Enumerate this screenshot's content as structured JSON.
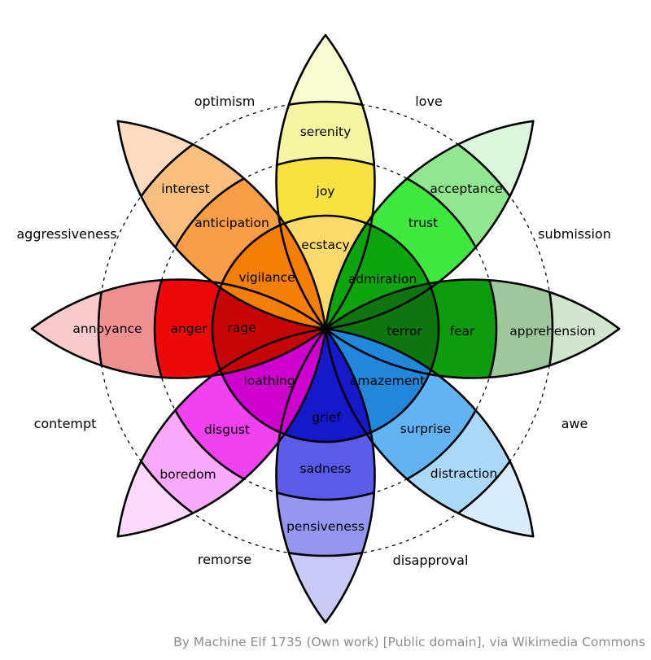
{
  "wheel": {
    "description": "Plutchik wheel of emotions",
    "petals": [
      {
        "id": "joy-petal",
        "direction": "up",
        "labels": {
          "outer": "serenity",
          "middle": "joy",
          "inner": "ecstacy"
        },
        "colors": {
          "tip": "#FBFBD0",
          "outer": "#F6F6A2",
          "middle": "#F8E23F",
          "inner": "#FBD96A"
        }
      },
      {
        "id": "trust-petal",
        "direction": "up-right",
        "labels": {
          "outer": "acceptance",
          "middle": "trust",
          "inner": "admiration"
        },
        "colors": {
          "tip": "#DCF6DC",
          "outer": "#90E790",
          "middle": "#3FE83F",
          "inner": "#0DA50D"
        }
      },
      {
        "id": "fear-petal",
        "direction": "right",
        "labels": {
          "outer": "apprehension",
          "middle": "fear",
          "inner": "terror"
        },
        "colors": {
          "tip": "#D2E6CF",
          "outer": "#A0C69C",
          "middle": "#0C9C0C",
          "inner": "#0F760F"
        }
      },
      {
        "id": "surprise-petal",
        "direction": "down-right",
        "labels": {
          "outer": "distraction",
          "middle": "surprise",
          "inner": "amazement"
        },
        "colors": {
          "tip": "#D9ECFB",
          "outer": "#ACD8F8",
          "middle": "#62B3F3",
          "inner": "#2187DB"
        }
      },
      {
        "id": "sadness-petal",
        "direction": "down",
        "labels": {
          "outer": "pensiveness",
          "middle": "sadness",
          "inner": "grief"
        },
        "colors": {
          "tip": "#C9C9F6",
          "outer": "#9596EF",
          "middle": "#5B5BE9",
          "inner": "#1619C9"
        }
      },
      {
        "id": "disgust-petal",
        "direction": "down-left",
        "labels": {
          "outer": "boredom",
          "middle": "disgust",
          "inner": "loathing"
        },
        "colors": {
          "tip": "#FDD9FD",
          "outer": "#FAAAFA",
          "middle": "#F042F0",
          "inner": "#CF00CF"
        }
      },
      {
        "id": "anger-petal",
        "direction": "left",
        "labels": {
          "outer": "annoyance",
          "middle": "anger",
          "inner": "rage"
        },
        "colors": {
          "tip": "#F9CACA",
          "outer": "#EF9090",
          "middle": "#EE0909",
          "inner": "#C60606"
        }
      },
      {
        "id": "anticipation-petal",
        "direction": "up-left",
        "labels": {
          "outer": "interest",
          "middle": "anticipation",
          "inner": "vigilance"
        },
        "colors": {
          "tip": "#FCDCC0",
          "outer": "#FABE7F",
          "middle": "#F99D47",
          "inner": "#F57E06"
        }
      }
    ],
    "dyads": [
      {
        "label": "optimism"
      },
      {
        "label": "love"
      },
      {
        "label": "submission"
      },
      {
        "label": "awe"
      },
      {
        "label": "disapproval"
      },
      {
        "label": "remorse"
      },
      {
        "label": "contempt"
      },
      {
        "label": "aggressiveness"
      }
    ]
  },
  "attribution": {
    "text": "By Machine Elf 1735 (Own work) [Public domain], via Wikimedia Commons",
    "color": "#8C8C8C"
  }
}
